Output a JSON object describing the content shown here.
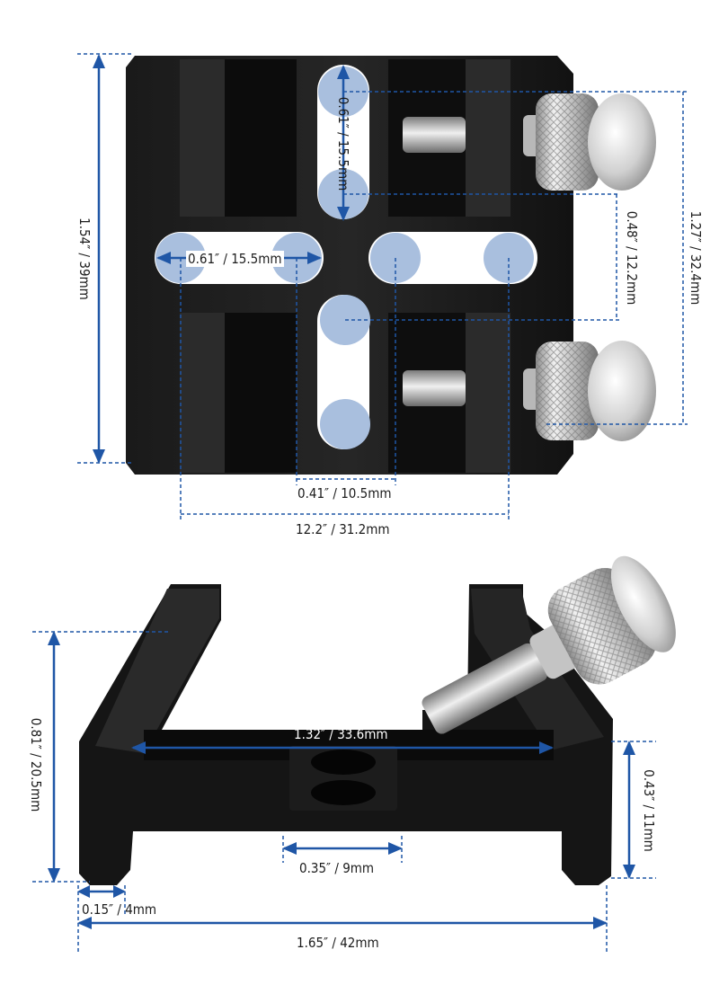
{
  "top_view": {
    "dimensions": {
      "total_height": "1.54″ / 39mm",
      "slot_length_vertical": "0.61″ / 15.5mm",
      "slot_length_horizontal": "0.61″ / 15.5mm",
      "screw_spacing": "1.27″ / 32.4mm",
      "slot_to_screw": "0.48″ / 12.2mm",
      "slot_offset": "0.41″ / 10.5mm",
      "slot_span": "12.2″ / 31.2mm"
    }
  },
  "front_view": {
    "dimensions": {
      "inner_width": "1.32″ / 33.6mm",
      "height": "0.81″ / 20.5mm",
      "foot_height": "0.43″ / 11mm",
      "center_slot": "0.35″ / 9mm",
      "foot_width": "0.15″ / 4mm",
      "total_width": "1.65″ / 42mm"
    }
  },
  "colors": {
    "dimension_line": "#1f56a6",
    "slot_marker": "#a9bfde",
    "body": "#141414"
  }
}
